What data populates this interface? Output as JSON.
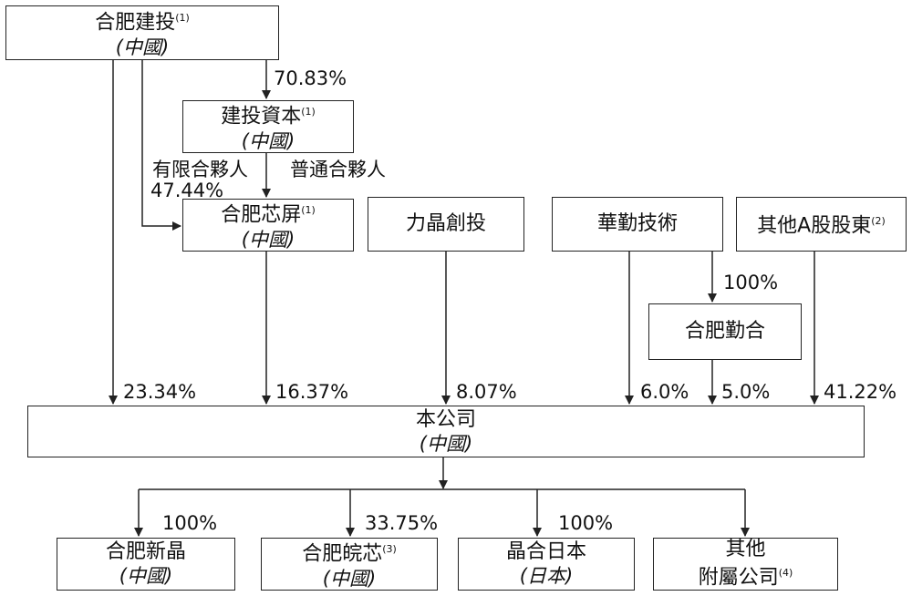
{
  "entities": {
    "hefei_jiantou": {
      "name": "合肥建投",
      "note": "(1)",
      "country": "(中國)"
    },
    "jiantou_capital": {
      "name": "建投資本",
      "note": "(1)",
      "country": "(中國)"
    },
    "hefei_xinping": {
      "name": "合肥芯屏",
      "note": "(1)",
      "country": "(中國)"
    },
    "lijing_chuangtou": {
      "name": "力晶創投"
    },
    "huaqin_tech": {
      "name": "華勤技術"
    },
    "other_a_shareholders": {
      "name": "其他A股股東",
      "note": "(2)"
    },
    "hefei_qinhe": {
      "name": "合肥勤合"
    },
    "company": {
      "name": "本公司",
      "country": "(中國)"
    },
    "hefei_xinjing": {
      "name": "合肥新晶",
      "country": "(中國)"
    },
    "hefei_wanxin": {
      "name": "合肥皖芯",
      "note": "(3)",
      "country": "(中國)"
    },
    "jinghe_japan": {
      "name": "晶合日本",
      "country": "(日本)"
    },
    "other_subsidiaries": {
      "name_line1": "其他",
      "name_line2": "附屬公司",
      "note": "(4)"
    }
  },
  "edges": {
    "jiantou_to_capital": "70.83%",
    "limited_partner_label": "有限合夥人",
    "limited_partner_pct": "47.44%",
    "general_partner_label": "普通合夥人",
    "huaqin_to_qinhe": "100%",
    "jiantou_to_company": "23.34%",
    "xinping_to_company": "16.37%",
    "lijing_to_company": "8.07%",
    "huaqin_to_company": "6.0%",
    "qinhe_to_company": "5.0%",
    "other_a_to_company": "41.22%",
    "company_to_xinjing": "100%",
    "company_to_wanxin": "33.75%",
    "company_to_japan": "100%"
  },
  "colors": {
    "line": "#222222",
    "background": "#ffffff"
  }
}
